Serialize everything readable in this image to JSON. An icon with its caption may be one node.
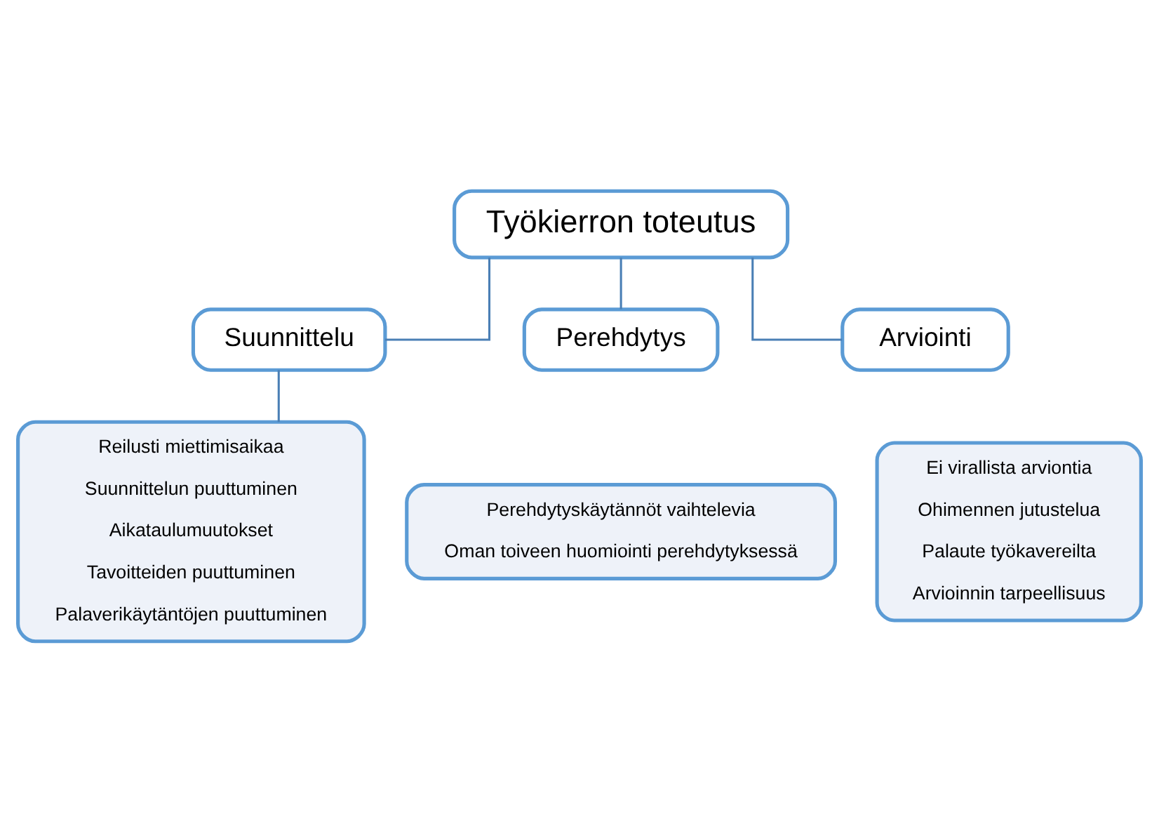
{
  "diagram": {
    "nodes": [
      {
        "text": [
          "Työkierron toteutus"
        ]
      },
      {
        "text": [
          "Suunnittelu"
        ]
      },
      {
        "text": [
          "Perehdytys"
        ]
      },
      {
        "text": [
          "Arviointi"
        ]
      },
      {
        "text": [
          "Reilusti miettimisaikaa",
          "Suunnittelun puuttuminen",
          "Aikataulumuutokset",
          "Tavoitteiden puuttuminen",
          "Palaverikäytäntöjen puuttuminen"
        ]
      },
      {
        "text": [
          "Perehdytyskäytännöt vaihtelevia",
          "Oman toiveen huomiointi perehdytyksessä"
        ]
      },
      {
        "text": [
          "Ei virallista arviontia",
          "Ohimennen jutustelua",
          "Palaute työkavereilta",
          "Arvioinnin tarpeellisuus"
        ]
      }
    ],
    "edges": [
      {
        "from": 0,
        "to": 1,
        "arrow": "none"
      },
      {
        "from": 0,
        "to": 2,
        "arrow": "none"
      },
      {
        "from": 0,
        "to": 3,
        "arrow": "none"
      },
      {
        "from": 1,
        "to": 4,
        "arrow": "none"
      }
    ]
  }
}
